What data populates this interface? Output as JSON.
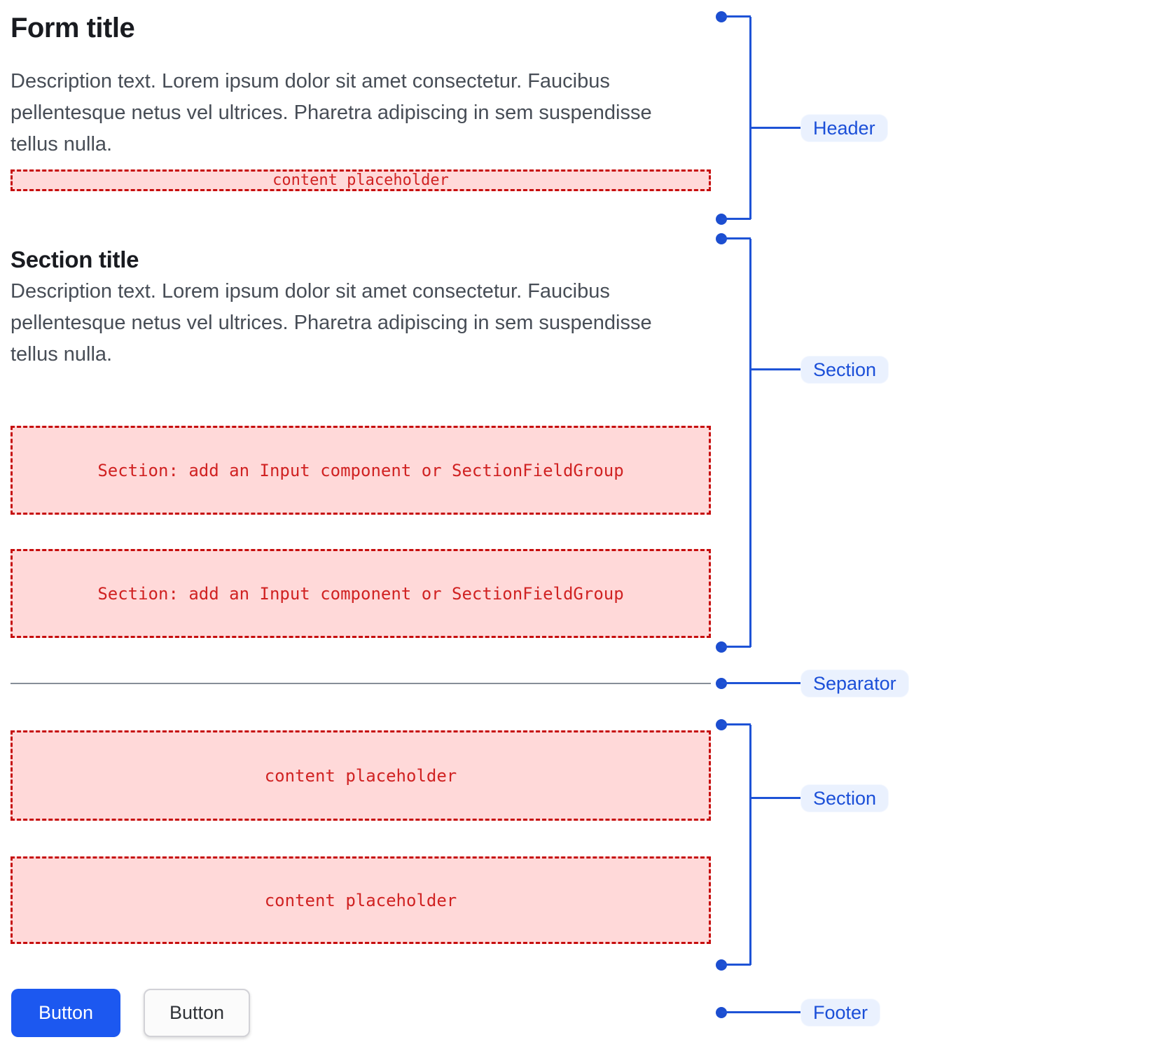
{
  "form": {
    "header": {
      "title": "Form title",
      "description": "Description text. Lorem ipsum dolor sit amet consectetur. Faucibus pellentesque netus vel ultrices. Pharetra adipiscing in sem suspendisse tellus nulla.",
      "placeholder": "content placeholder"
    },
    "section1": {
      "title": "Section title",
      "description": "Description text. Lorem ipsum dolor sit amet consectetur. Faucibus pellentesque netus vel ultrices. Pharetra adipiscing in sem suspendisse tellus nulla.",
      "fields": [
        {
          "placeholder": "Section: add an Input component or SectionFieldGroup"
        },
        {
          "placeholder": "Section: add an Input component or SectionFieldGroup"
        }
      ]
    },
    "section2": {
      "fields": [
        {
          "placeholder": "content placeholder"
        },
        {
          "placeholder": "content placeholder"
        }
      ]
    },
    "footer": {
      "primary_button": "Button",
      "secondary_button": "Button"
    }
  },
  "annotations": [
    {
      "label": "Header"
    },
    {
      "label": "Section"
    },
    {
      "label": "Separator"
    },
    {
      "label": "Section"
    },
    {
      "label": "Footer"
    }
  ],
  "colors": {
    "annotation_blue": "#1e53d6",
    "annotation_label_bg": "#eaf1fe",
    "placeholder_pink": "#ffd9d9",
    "placeholder_border_red": "#c60d0d",
    "placeholder_text_red": "#d02222",
    "primary_button_blue": "#1c58f0",
    "separator_gray": "#878e98"
  }
}
